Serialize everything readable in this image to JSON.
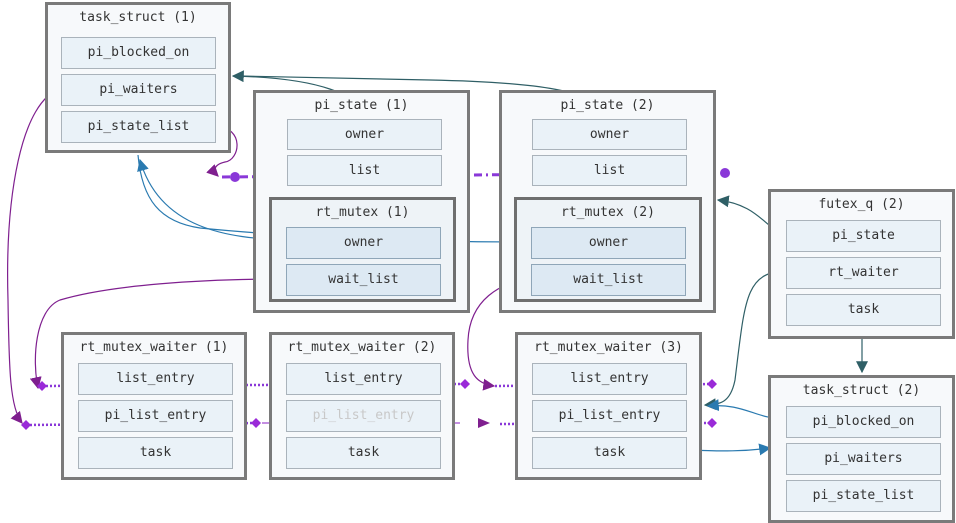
{
  "colors": {
    "box_border": "#7a7a7a",
    "field_fill": "#eaf2f8",
    "teal_line": "#2f5f66",
    "blue_line": "#2a7ab0",
    "purple_line": "#7f1f8f",
    "purple_dotted": "#8a38d8",
    "magenta_diamond": "#9a2ad8"
  },
  "diagram": {
    "boxes": [
      {
        "id": "task1",
        "title": "task_struct (1)",
        "fields": [
          "pi_blocked_on",
          "pi_waiters",
          "pi_state_list"
        ]
      },
      {
        "id": "pistate1",
        "title": "pi_state (1)",
        "fields": [
          "owner",
          "list"
        ]
      },
      {
        "id": "rtmutex1",
        "title": "rt_mutex (1)",
        "fields": [
          "owner",
          "wait_list"
        ]
      },
      {
        "id": "pistate2",
        "title": "pi_state (2)",
        "fields": [
          "owner",
          "list"
        ]
      },
      {
        "id": "rtmutex2",
        "title": "rt_mutex (2)",
        "fields": [
          "owner",
          "wait_list"
        ]
      },
      {
        "id": "futexq2",
        "title": "futex_q (2)",
        "fields": [
          "pi_state",
          "rt_waiter",
          "task"
        ]
      },
      {
        "id": "task2",
        "title": "task_struct (2)",
        "fields": [
          "pi_blocked_on",
          "pi_waiters",
          "pi_state_list"
        ]
      },
      {
        "id": "waiter1",
        "title": "rt_mutex_waiter (1)",
        "fields": [
          "list_entry",
          "pi_list_entry",
          "task"
        ]
      },
      {
        "id": "waiter2",
        "title": "rt_mutex_waiter (2)",
        "fields": [
          "list_entry",
          "pi_list_entry",
          "task"
        ]
      },
      {
        "id": "waiter3",
        "title": "rt_mutex_waiter (3)",
        "fields": [
          "list_entry",
          "pi_list_entry",
          "task"
        ]
      }
    ]
  }
}
